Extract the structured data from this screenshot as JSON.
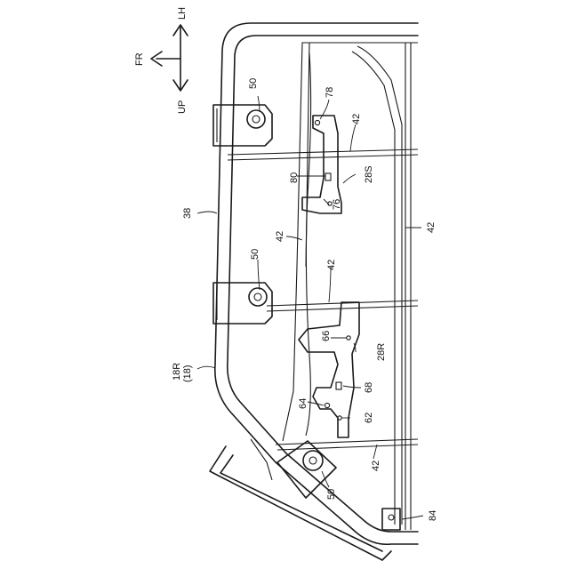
{
  "direction_indicator": {
    "left": "FR",
    "right": "LH",
    "down": "UP"
  },
  "labels": {
    "frame": "38",
    "side_frame_a": "18R",
    "side_frame_b": "(18)",
    "bracket_upper": "28S",
    "bracket_lower": "28R",
    "mount": "50",
    "spring": "42",
    "hook_upper": "78",
    "slot_upper": "80",
    "hole_upper": "76",
    "hole_mid": "66",
    "slot_lower": "68",
    "hole_lower_a": "64",
    "hole_lower_b": "62",
    "bracket_corner": "84"
  }
}
